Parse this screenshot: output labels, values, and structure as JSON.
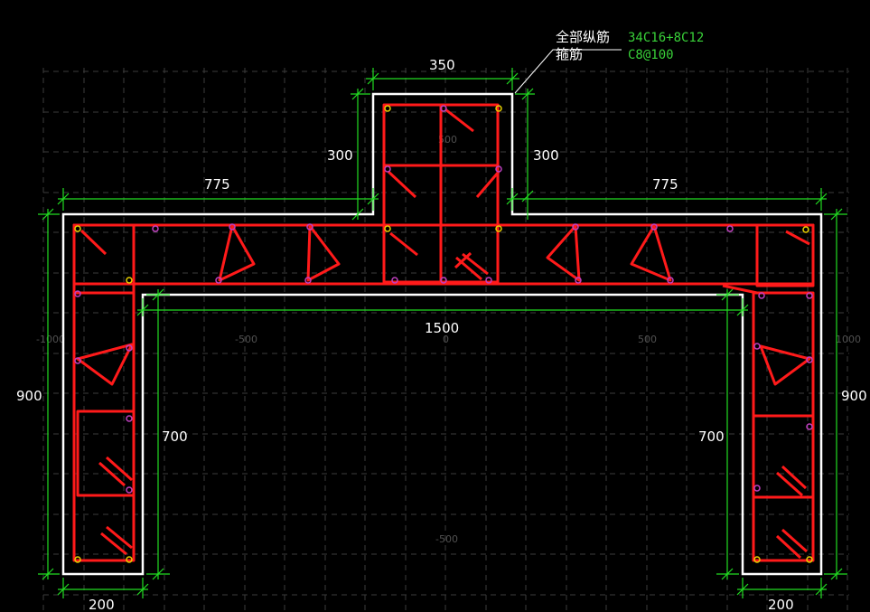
{
  "colors": {
    "background": "#000000",
    "grid": "#3c3c3c",
    "outline": "#ffffff",
    "rebar": "#ff1a1a",
    "dimension": "#22dd22",
    "bar_yellow": "#e8d000",
    "bar_magenta": "#c040c0",
    "axis_text": "#505050"
  },
  "annotation": {
    "longitudinal_label": "全部纵筋",
    "longitudinal_value": "34C16+8C12",
    "stirrup_label": "箍筋",
    "stirrup_value": "C8@100"
  },
  "dimensions": {
    "top_width": "350",
    "left_step": "300",
    "right_step": "300",
    "left_flange": "775",
    "right_flange": "775",
    "inner_span": "1500",
    "left_height": "900",
    "right_height": "900",
    "left_leg": "700",
    "right_leg": "700",
    "left_bottom": "200",
    "right_bottom": "200"
  },
  "axis_labels": {
    "x_neg1000": "-1000",
    "x_neg500": "-500",
    "x_0": "0",
    "x_500": "500",
    "x_1000": "1000",
    "y_500": "500",
    "y_neg500": "-500"
  }
}
